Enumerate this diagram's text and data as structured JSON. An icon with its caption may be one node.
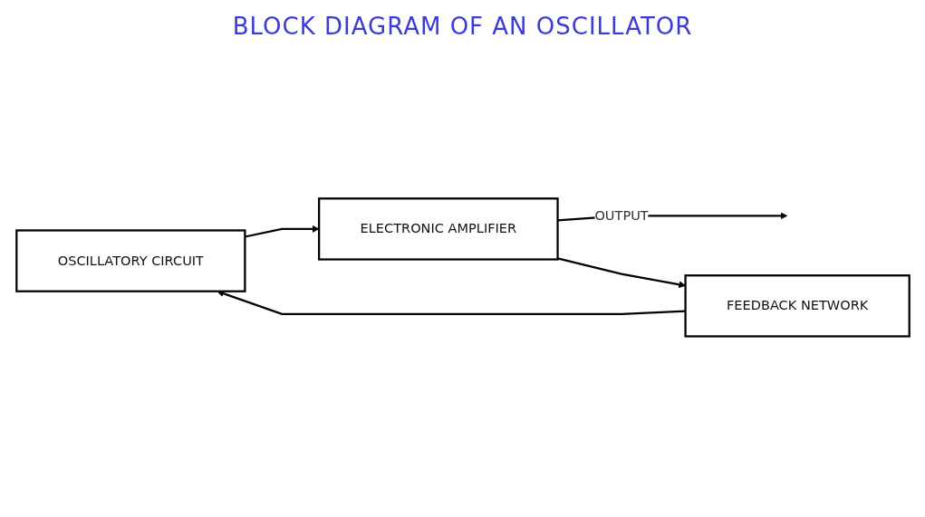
{
  "diagram": {
    "title": "BLOCK DIAGRAM OF AN OSCILLATOR",
    "nodes": [
      {
        "text": [
          "OSCILLATORY CIRCUIT"
        ]
      },
      {
        "text": [
          "ELECTRONIC AMPLIFIER"
        ]
      },
      {
        "text": [
          "FEEDBACK NETWORK"
        ]
      }
    ],
    "edges": [
      {
        "from": 0,
        "to": 1,
        "arrow": "to"
      },
      {
        "from": 1,
        "to": null,
        "arrow": "to",
        "label": "OUTPUT"
      },
      {
        "from": 1,
        "to": 2,
        "arrow": "to"
      },
      {
        "from": 2,
        "to": 0,
        "arrow": "to"
      }
    ]
  }
}
